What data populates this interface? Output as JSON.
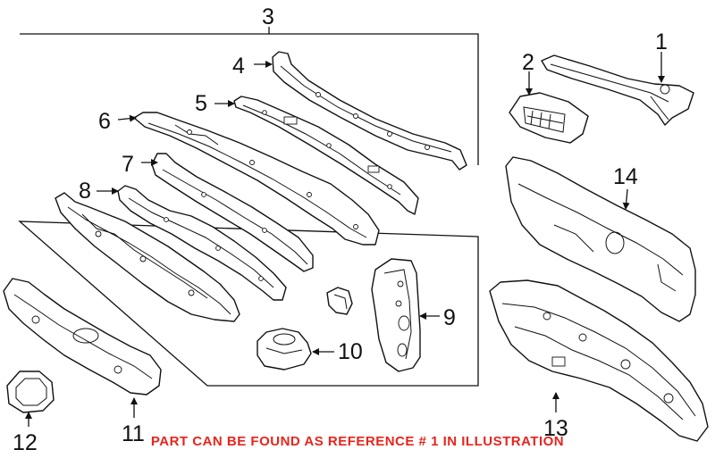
{
  "diagram": {
    "callouts": [
      "1",
      "2",
      "3",
      "4",
      "5",
      "6",
      "7",
      "8",
      "9",
      "10",
      "11",
      "12",
      "13",
      "14"
    ],
    "note": {
      "text": "PART CAN BE FOUND AS REFERENCE # 1 IN ILLUSTRATION",
      "color": "#e8241c"
    },
    "colors": {
      "line": "#111111",
      "background": "#ffffff"
    }
  }
}
